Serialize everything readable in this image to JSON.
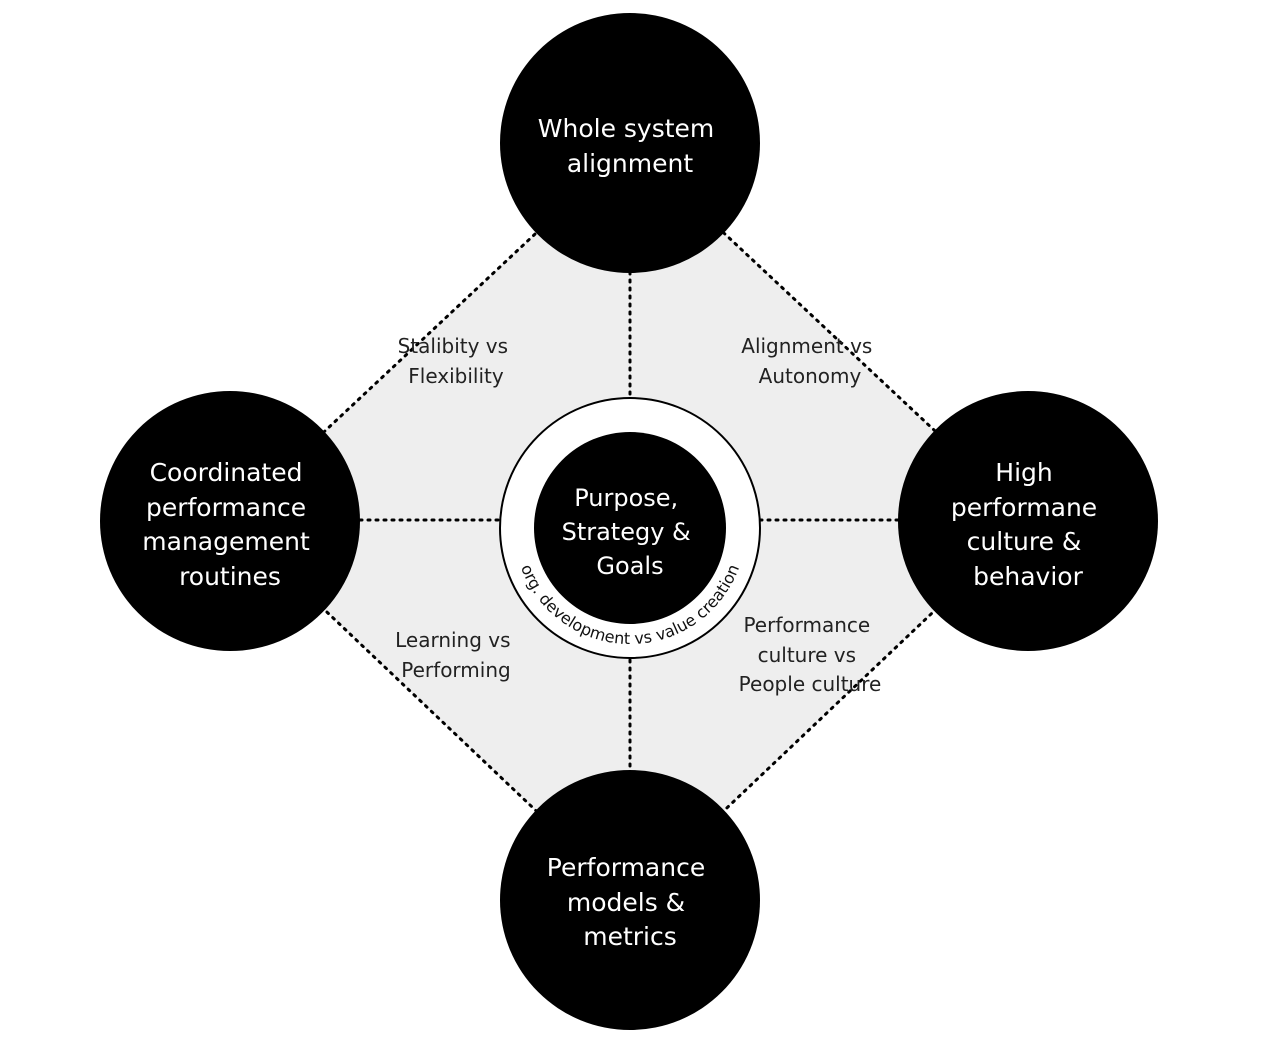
{
  "nodes": {
    "top": {
      "lines": [
        "Whole system",
        "alignment"
      ]
    },
    "left": {
      "lines": [
        "Coordinated",
        "performance",
        "management",
        "routines"
      ]
    },
    "right": {
      "lines": [
        "High",
        "performane",
        "culture &",
        "behavior"
      ]
    },
    "bottom": {
      "lines": [
        "Performance",
        "models &",
        "metrics"
      ]
    }
  },
  "center": {
    "lines": [
      "Purpose,",
      "Strategy &",
      "Goals"
    ],
    "ring_label": "org. development vs value creation"
  },
  "tensions": {
    "top_left": {
      "lines": [
        "Stalibity vs",
        "Flexibility"
      ]
    },
    "top_right": {
      "lines": [
        "Alignment vs",
        "Autonomy"
      ]
    },
    "bottom_left": {
      "lines": [
        "Learning vs",
        "Performing"
      ]
    },
    "bottom_right": {
      "lines": [
        "Performance",
        "culture vs",
        "People culture"
      ]
    }
  },
  "colors": {
    "node_fill": "#000000",
    "node_text": "#ffffff",
    "quadrant_fill": "#eeeeee",
    "connector": "#000000"
  }
}
